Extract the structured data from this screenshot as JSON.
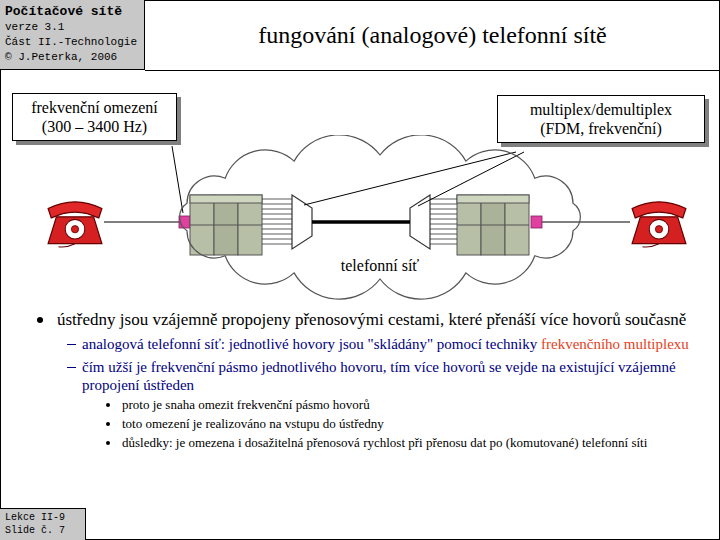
{
  "diagram": {
    "title": "fungování (analogové) telefonní sítě",
    "nodes": [
      {
        "text": [
          "Počítačové sítě",
          "verze 3.1",
          "Část II.-Technologie",
          "© J.Peterka, 2006"
        ]
      },
      {
        "text": [
          "frekvenční omezení (300 – 3400 Hz)"
        ]
      },
      {
        "text": [
          "multiplex/demultiplex (FDM, frekvenční)"
        ]
      },
      {
        "text": [
          "telefonní síť"
        ]
      },
      {
        "text": [
          "Lekce II-9",
          "Slide č. 7"
        ]
      }
    ],
    "labels": [
      "ústředny jsou vzájemně propojeny přenosovými cestami, které přenáší více hovorů současně",
      "analogová telefonní síť: jednotlivé hovory jsou \"skládány\" pomocí techniky",
      "frekvenčního multiplexu",
      "čím užší je frekvenční pásmo jednotlivého hovoru, tím více hovorů se vejde na existující vzájemné propojení ústředen",
      "proto je snaha omezit frekvenční pásmo hovorů",
      "toto omezení je realizováno na vstupu do ústředny",
      "důsledky: je omezena i dosažitelná přenosová rychlost při přenosu dat po (komutované) telefonní síti"
    ]
  }
}
